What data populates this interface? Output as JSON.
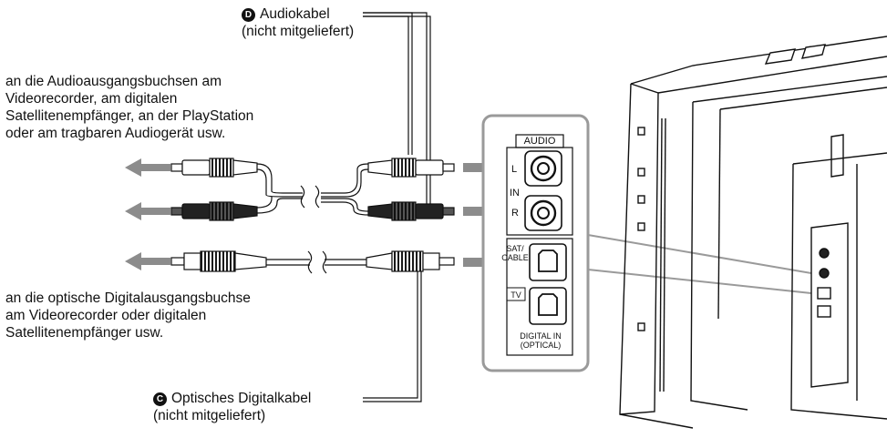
{
  "labels": {
    "cable_d": {
      "badge": "D",
      "name": "Audiokabel",
      "note": "(nicht mitgeliefert)"
    },
    "cable_c": {
      "badge": "C",
      "name": "Optisches Digitalkabel",
      "note": "(nicht mitgeliefert)"
    },
    "audio_source_desc": [
      "an die Audioausgangsbuchsen am",
      "Videorecorder, am digitalen",
      "Satellitenempfänger, an der PlayStation",
      "oder am tragbaren Audiogerät usw."
    ],
    "optical_source_desc": [
      "an die optische Digitalausgangsbuchse",
      "am Videorecorder oder digitalen",
      "Satellitenempfänger usw."
    ]
  },
  "panel": {
    "audio_header": "AUDIO",
    "left": "L",
    "in": "IN",
    "right": "R",
    "sat_cable_1": "SAT/",
    "sat_cable_2": "CABLE",
    "tv": "TV",
    "digital_in_1": "DIGITAL IN",
    "digital_in_2": "(OPTICAL)"
  },
  "colors": {
    "arrow": "#8c8c8c",
    "line": "#111111",
    "panel_border": "#9a9a9a",
    "plug_dark": "#1a1a1a"
  }
}
